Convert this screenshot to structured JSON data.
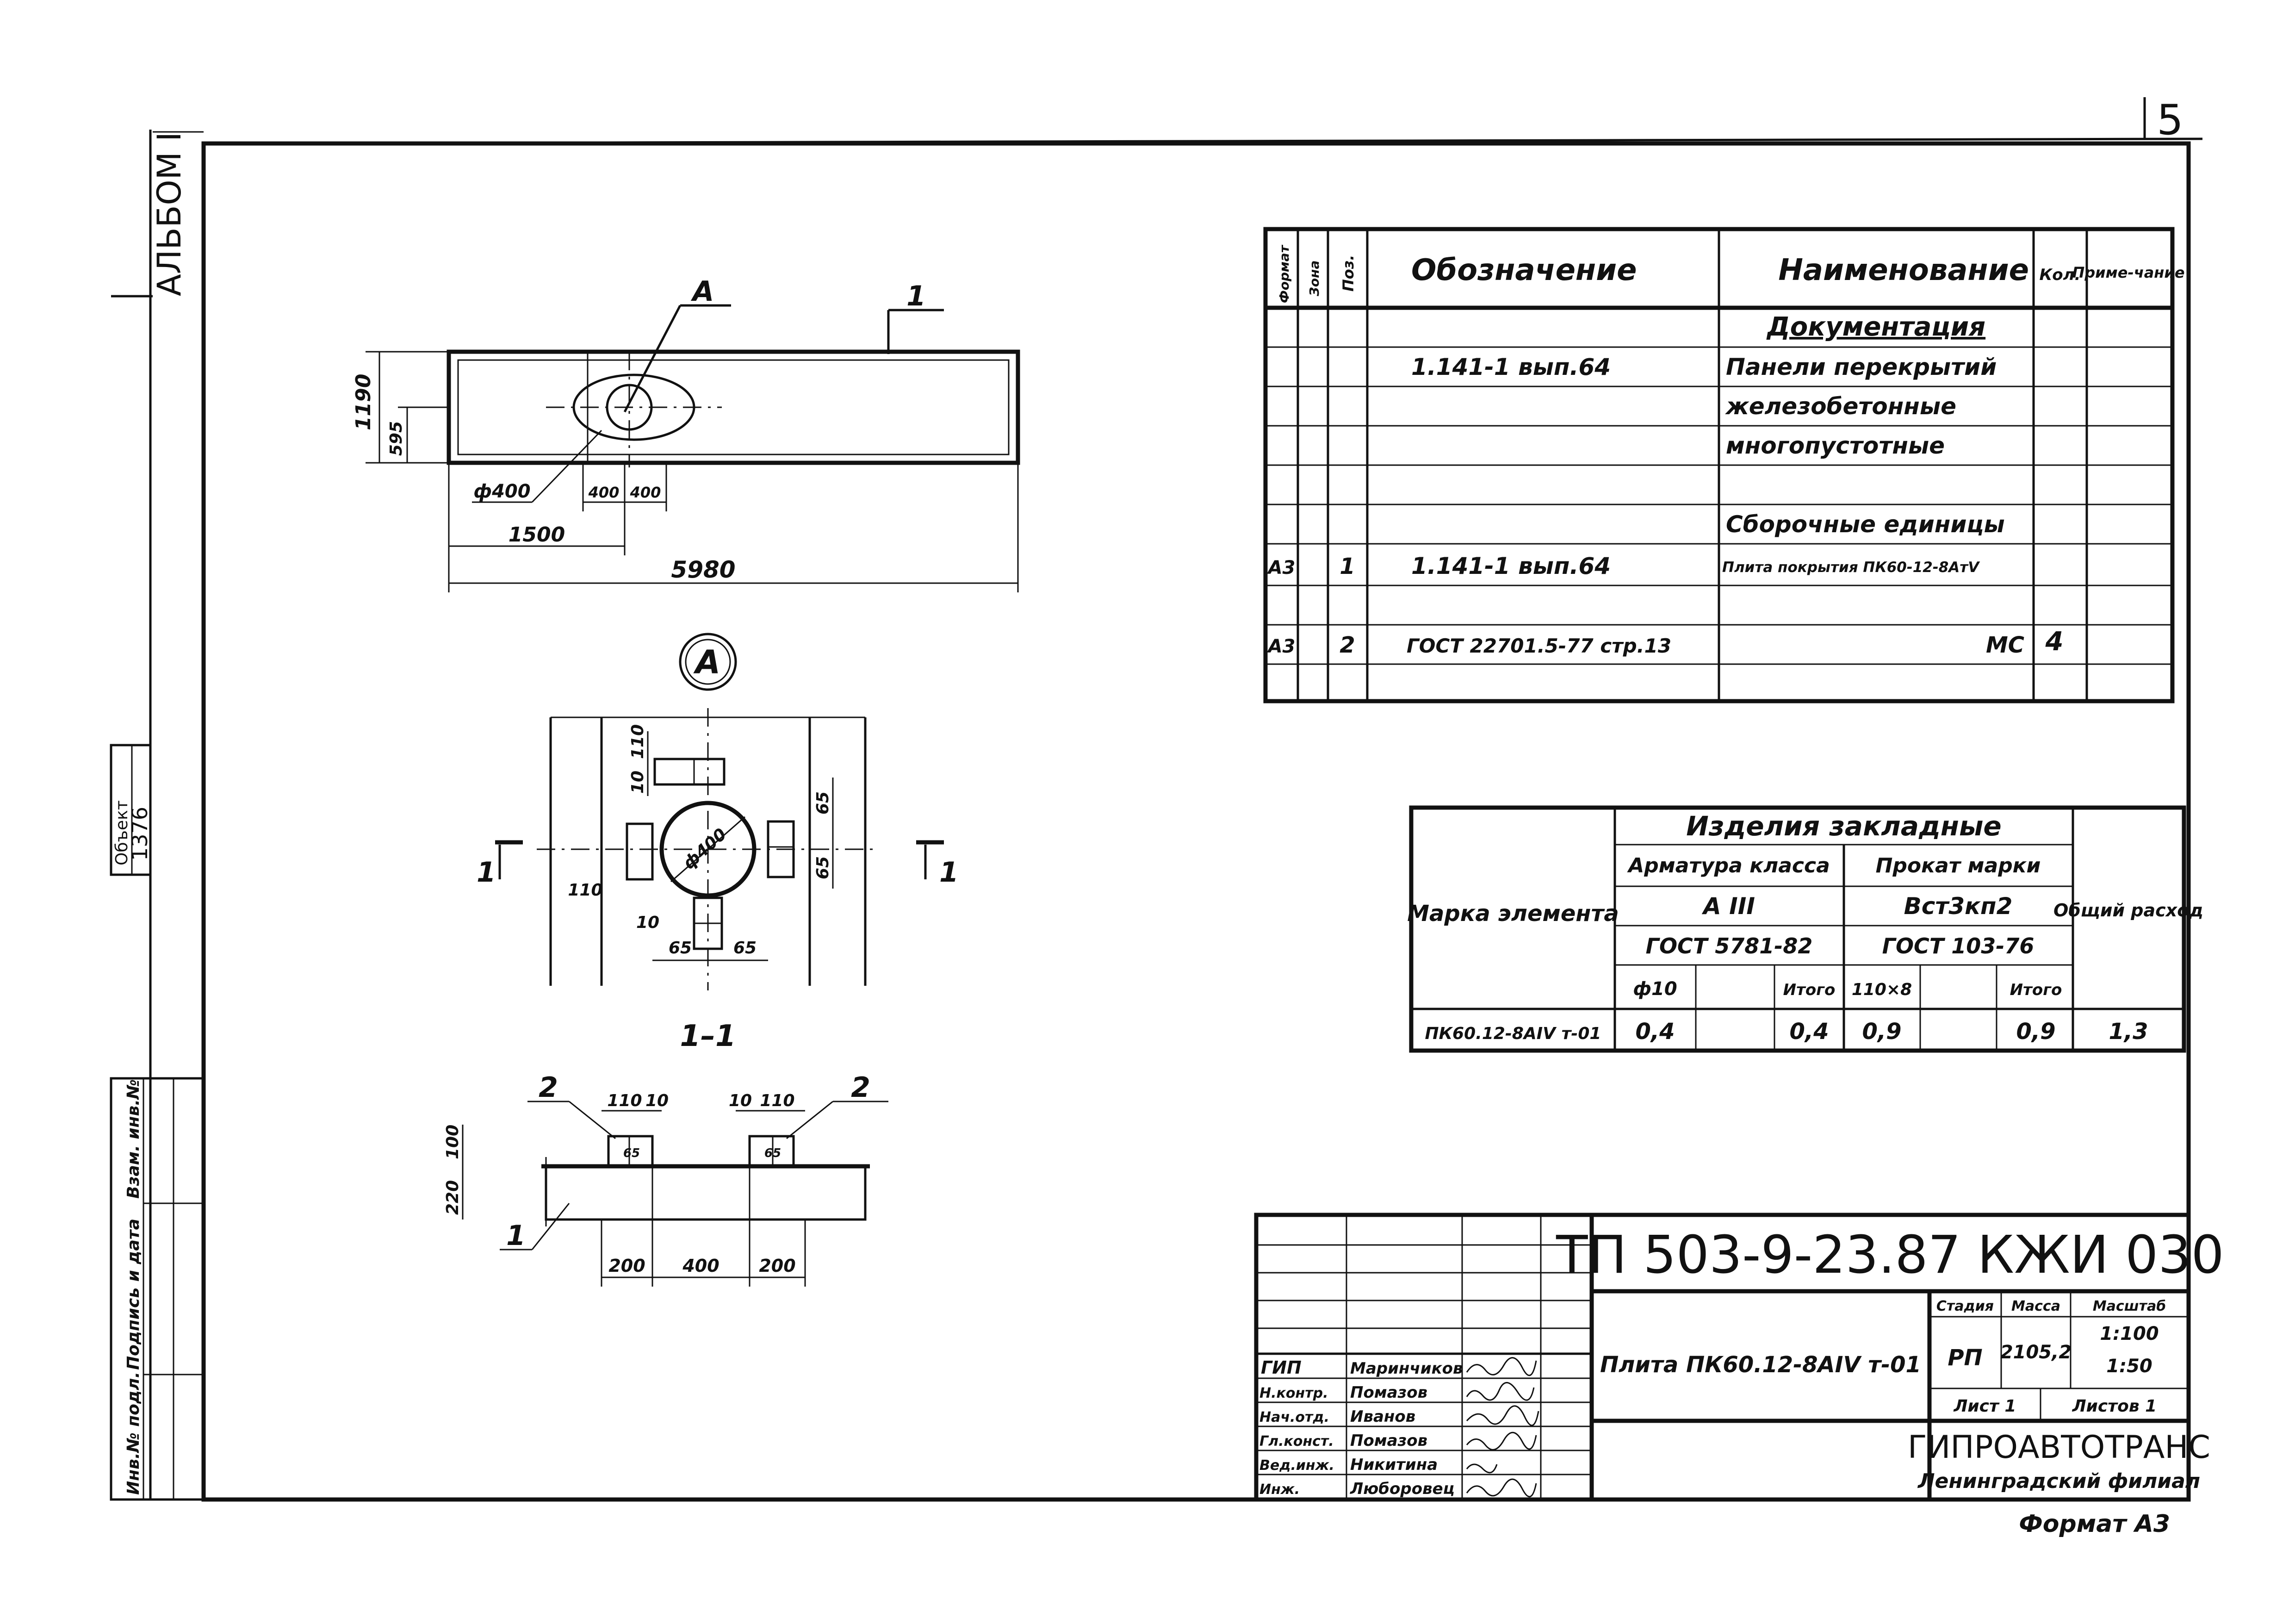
{
  "sheet": {
    "page_number": "5",
    "album_label": "АЛЬБОМ I",
    "object_label": "Объект",
    "object_value": "1376",
    "side_stamp": [
      "Инв.№ подл.",
      "Подпись и дата",
      "Взам. инв.№"
    ],
    "format_label": "Формат А3"
  },
  "drawing": {
    "plan": {
      "callout_a": "А",
      "callout_1": "1",
      "dim_height": "1190",
      "dim_half": "595",
      "dim_hole": "ф400",
      "dim_small1": "400",
      "dim_small2": "400",
      "dim_1500": "1500",
      "dim_total": "5980"
    },
    "view_a": {
      "label": "А",
      "dim_10": "10",
      "dim_110": "110",
      "dim_dia": "ф400",
      "dim_65a": "65",
      "dim_65b": "65",
      "dim_110b": "110",
      "dim_10b": "10",
      "dim_65c": "65",
      "dim_65d": "65",
      "section_mark_l": "1",
      "section_mark_r": "1"
    },
    "section": {
      "label": "1–1",
      "pos2_left": "2",
      "pos2_right": "2",
      "pos1": "1",
      "dim_110l": "110",
      "dim_10l": "10",
      "dim_10r": "10",
      "dim_110r": "110",
      "dim_220": "220",
      "dim_100": "100",
      "dim_200l": "200",
      "dim_400": "400",
      "dim_200r": "200",
      "dim_65l": "65",
      "dim_65r": "65"
    }
  },
  "spec_table": {
    "headers": {
      "format": "Формат",
      "zone": "Зона",
      "pos": "Поз.",
      "designation": "Обозначение",
      "name": "Наименование",
      "qty": "Кол.",
      "note": "Приме-чание"
    },
    "rows": [
      {
        "format": "",
        "pos": "",
        "designation": "",
        "name": "Документация",
        "qty": ""
      },
      {
        "format": "",
        "pos": "",
        "designation": "1.141-1  вып.64",
        "name": "Панели перекрытий",
        "qty": ""
      },
      {
        "format": "",
        "pos": "",
        "designation": "",
        "name": "железобетонные",
        "qty": ""
      },
      {
        "format": "",
        "pos": "",
        "designation": "",
        "name": "многопустотные",
        "qty": ""
      },
      {
        "format": "",
        "pos": "",
        "designation": "",
        "name": "",
        "qty": ""
      },
      {
        "format": "",
        "pos": "",
        "designation": "",
        "name": "Сборочные единицы",
        "qty": ""
      },
      {
        "format": "А3",
        "pos": "1",
        "designation": "1.141-1  вып.64",
        "name": "Плита покрытия ПК60-12-8АтV",
        "qty": ""
      },
      {
        "format": "",
        "pos": "",
        "designation": "",
        "name": "",
        "qty": ""
      },
      {
        "format": "А3",
        "pos": "2",
        "designation": "ГОСТ 22701.5-77 стр.13",
        "name": "МС",
        "qty": "4"
      },
      {
        "format": "",
        "pos": "",
        "designation": "",
        "name": "",
        "qty": ""
      }
    ]
  },
  "embedded_table": {
    "title": "Изделия закладные",
    "mark_header": "Марка элемента",
    "rebar_header": "Арматура класса",
    "rebar_class": "А III",
    "rebar_gost": "ГОСТ 5781-82",
    "rolled_header": "Прокат марки",
    "rolled_grade": "Вст3кп2",
    "rolled_gost": "ГОСТ 103-76",
    "total_header": "Общий расход",
    "sub": [
      "ф10",
      "",
      "Итого",
      "110×8",
      "",
      "Итого"
    ],
    "row": {
      "mark": "ПК60.12-8АIV т-01",
      "values": [
        "0,4",
        "",
        "0,4",
        "0,9",
        "",
        "0,9"
      ],
      "total": "1,3"
    }
  },
  "title_block": {
    "code": "ТП 503-9-23.87 КЖИ 030",
    "title": "Плита ПК60.12-8АIV т-01",
    "stage_label": "Стадия",
    "mass_label": "Масса",
    "scale_label": "Масштаб",
    "stage": "РП",
    "mass": "2105,2",
    "scale1": "1:100",
    "scale2": "1:50",
    "sheet_label": "Лист 1",
    "sheets_label": "Листов 1",
    "org": "ГИПРОАВТОТРАНС",
    "branch": "Ленинградский филиал",
    "signers": [
      {
        "role": "ГИП",
        "name": "Маринчиков"
      },
      {
        "role": "Н.контр.",
        "name": "Помазов"
      },
      {
        "role": "Нач.отд.",
        "name": "Иванов"
      },
      {
        "role": "Гл.конст.",
        "name": "Помазов"
      },
      {
        "role": "Вед.инж.",
        "name": "Никитина"
      },
      {
        "role": "Инж.",
        "name": "Люборовец"
      }
    ]
  }
}
